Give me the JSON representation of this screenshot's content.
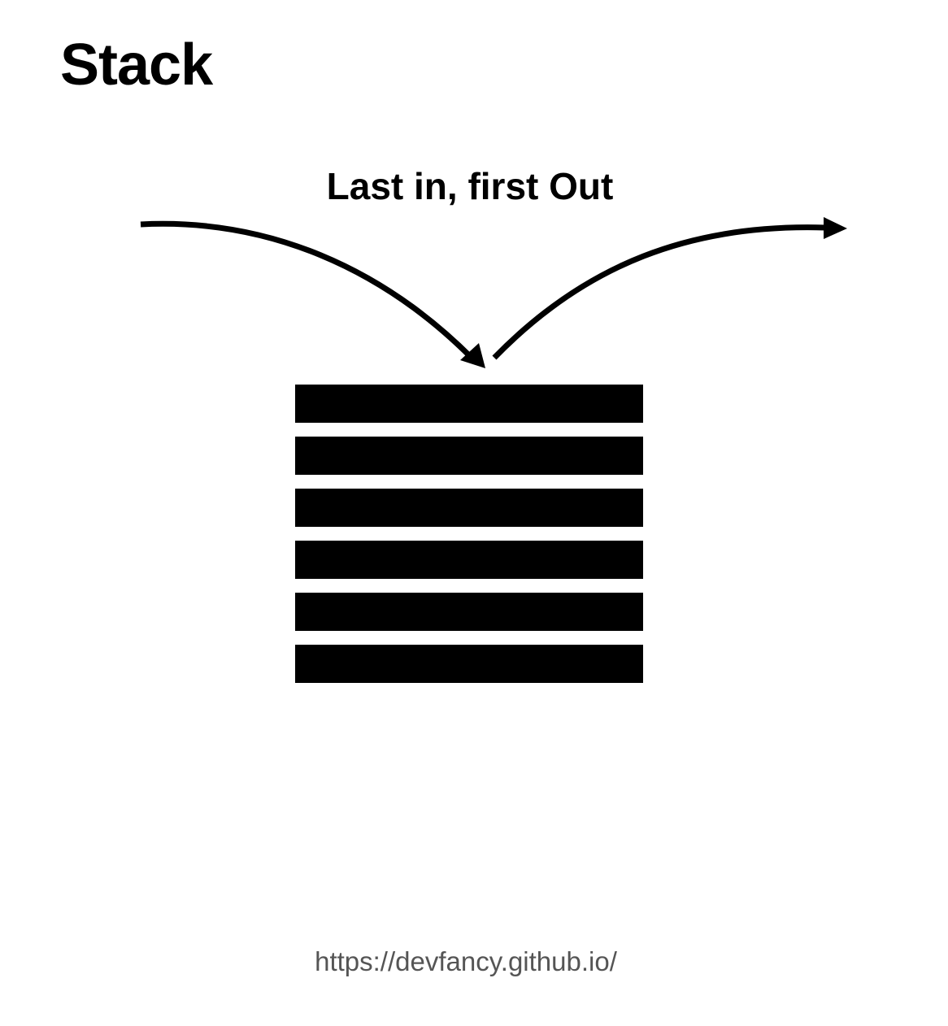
{
  "title": "Stack",
  "subtitle": "Last in, first Out",
  "stack": {
    "item_count": 6,
    "color": "#000000"
  },
  "arrows": {
    "in": "push-arrow",
    "out": "pop-arrow"
  },
  "footer": {
    "url": "https://devfancy.github.io/"
  }
}
